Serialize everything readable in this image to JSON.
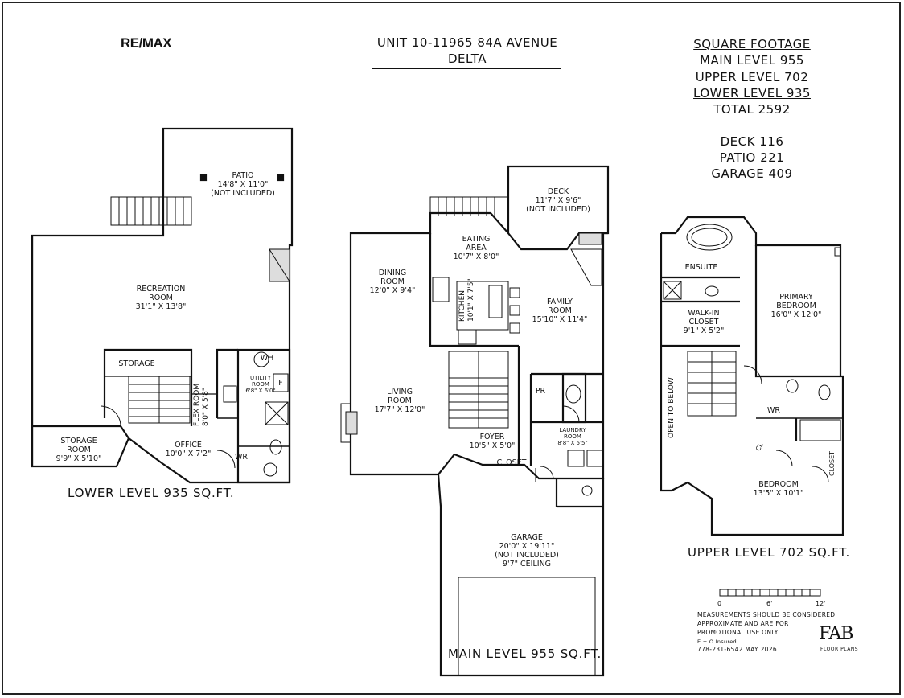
{
  "brand": {
    "logo_text": "RE/MAX"
  },
  "title": {
    "line1": "UNIT 10-11965 84A AVENUE",
    "line2": "DELTA"
  },
  "square_footage": {
    "heading": "SQUARE FOOTAGE",
    "main": "MAIN LEVEL 955",
    "upper": "UPPER LEVEL 702",
    "lower": "LOWER LEVEL 935",
    "total": "TOTAL 2592",
    "deck": "DECK 116",
    "patio": "PATIO 221",
    "garage": "GARAGE 409"
  },
  "lower_level": {
    "label": "LOWER LEVEL 935 SQ.FT.",
    "patio": {
      "name": "PATIO",
      "dims": "14'8\" X 11'0\"",
      "note": "(NOT INCLUDED)"
    },
    "recreation": {
      "name1": "RECREATION",
      "name2": "ROOM",
      "dims": "31'1\" X 13'8\""
    },
    "storage": "STORAGE",
    "storage_room": {
      "name1": "STORAGE",
      "name2": "ROOM",
      "dims": "9'9\" X 5'10\""
    },
    "office": {
      "name": "OFFICE",
      "dims": "10'0\" X 7'2\""
    },
    "flex": {
      "name": "FLEX ROOM",
      "dims": "8'0\" X 5'8\""
    },
    "utility": {
      "name1": "UTILITY",
      "name2": "ROOM",
      "dims": "6'8\" X 6'0\""
    },
    "wh": "WH",
    "f": "F",
    "wr": "WR"
  },
  "main_level": {
    "label": "MAIN LEVEL 955 SQ.FT.",
    "deck": {
      "name": "DECK",
      "dims": "11'7\" X 9'6\"",
      "note": "(NOT INCLUDED)"
    },
    "eating": {
      "name1": "EATING",
      "name2": "AREA",
      "dims": "10'7\" X 8'0\""
    },
    "dining": {
      "name1": "DINING",
      "name2": "ROOM",
      "dims": "12'0\" X 9'4\""
    },
    "kitchen": {
      "name": "KITCHEN",
      "dims": "10'1\" X 7'5\""
    },
    "family": {
      "name1": "FAMILY",
      "name2": "ROOM",
      "dims": "15'10\" X 11'4\""
    },
    "living": {
      "name1": "LIVING",
      "name2": "ROOM",
      "dims": "17'7\" X 12'0\""
    },
    "pr": "PR",
    "foyer": {
      "name": "FOYER",
      "dims": "10'5\" X 5'0\""
    },
    "laundry": {
      "name1": "LAUNDRY",
      "name2": "ROOM",
      "dims": "8'8\" X 5'5\""
    },
    "closet": "CLOSET",
    "garage": {
      "name": "GARAGE",
      "dims": "20'0\" X 19'11\"",
      "note": "(NOT INCLUDED)",
      "ceiling": "9'7\" CEILING"
    }
  },
  "upper_level": {
    "label": "UPPER LEVEL 702 SQ.FT.",
    "ensuite": "ENSUITE",
    "primary": {
      "name1": "PRIMARY",
      "name2": "BEDROOM",
      "dims": "16'0\" X 12'0\""
    },
    "walkin": {
      "name1": "WALK-IN",
      "name2": "CLOSET",
      "dims": "9'1\" X 5'2\""
    },
    "open_to_below": "OPEN TO BELOW",
    "wr": "WR",
    "cl": "CL",
    "closet": "CLOSET",
    "bedroom": {
      "name": "BEDROOM",
      "dims": "13'5\" X 10'1\""
    }
  },
  "scale": {
    "zero": "0",
    "mid": "6'",
    "end": "12'"
  },
  "disclaimer": {
    "line1": "MEASUREMENTS SHOULD BE CONSIDERED",
    "line2": "APPROXIMATE AND ARE FOR",
    "line3": "PROMOTIONAL USE ONLY.",
    "line4": "E + O Insured",
    "line5": "778-231-6542  MAY 2026"
  },
  "fab": {
    "mark": "FAB",
    "sub": "FLOOR PLANS"
  }
}
